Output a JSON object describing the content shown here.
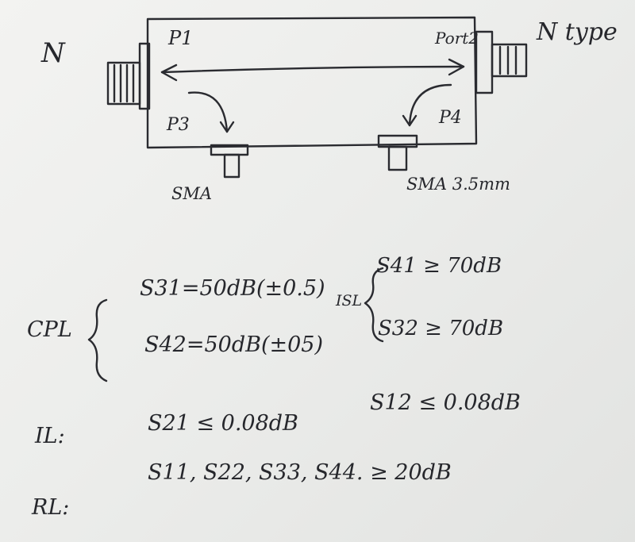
{
  "sketch": {
    "connector_left_label": "N",
    "connector_right_label": "N type",
    "port1_label": "P1",
    "port2_label": "Port2",
    "port3_label": "P3",
    "port4_label": "P4",
    "sma_left_label": "SMA",
    "sma_right_label": "SMA 3.5mm"
  },
  "specs": {
    "cpl_label": "CPL",
    "s31": "S31=50dB(±0.5)",
    "s42": "S42=50dB(±05)",
    "isl_label": "ISL",
    "s41": "S41 ≥ 70dB",
    "s32": "S32 ≥ 70dB",
    "il_label": "IL:",
    "s21": "S21 ≤ 0.08dB",
    "s12": "S12 ≤ 0.08dB",
    "rl_label": "RL:",
    "rl_values": "S11, S22, S33, S44. ≥ 20dB"
  },
  "colors": {
    "ink": "#2a2b30",
    "paper": "#ecedeb"
  }
}
